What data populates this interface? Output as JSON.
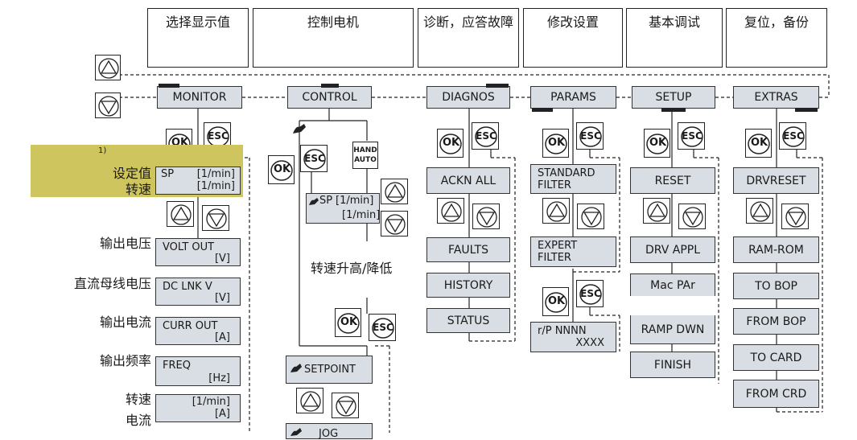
{
  "headers": [
    "选择显示值",
    "控制电机",
    "诊断，应答故障",
    "修改设置",
    "基本调试",
    "复位，备份"
  ],
  "menus": [
    "MONITOR",
    "CONTROL",
    "DIAGNOS",
    "PARAMS",
    "SETUP",
    "EXTRAS"
  ],
  "buttons": {
    "ok": "OK",
    "esc": "ESC",
    "hand": "HAND",
    "auto": "AUTO"
  },
  "footnote": "1)",
  "monitor": {
    "sp_label": "SP",
    "sp_unit1": "[1/min]",
    "sp_unit2": "[1/min]",
    "volt_label": "VOLT  OUT",
    "volt_unit": "[V]",
    "dclnk_label": "DC  LNK  V",
    "dclnk_unit": "[V]",
    "curr_label": "CURR  OUT",
    "curr_unit": "[A]",
    "freq_label": "FREQ",
    "freq_unit": "[Hz]",
    "last_unit1": "[1/min]",
    "last_unit2": "[A]"
  },
  "side_labels": {
    "setpoint": "设定值",
    "speed": "转速",
    "out_voltage": "输出电压",
    "dc_voltage": "直流母线电压",
    "out_current": "输出电流",
    "out_freq": "输出频率",
    "speed2": "转速",
    "current2": "电流"
  },
  "control": {
    "sp_label": "SP",
    "sp_unit1": "[1/min]",
    "sp_unit2": "[1/min]",
    "speed_note": "转速升高/降低",
    "setpoint": "SETPOINT",
    "jog": "JOG"
  },
  "diagnos": [
    "ACKN  ALL",
    "FAULTS",
    "HISTORY",
    "STATUS"
  ],
  "params": {
    "standard1": "STANDARD",
    "standard2": "FILTER",
    "expert1": "EXPERT",
    "expert2": "FILTER",
    "rp1": "r/P NNNN",
    "rp2": "XXXX"
  },
  "setup": [
    "RESET",
    "DRV APPL",
    "Mac PAr",
    "RAMP DWN",
    "FINISH"
  ],
  "extras": [
    "DRVRESET",
    "RAM-ROM",
    "TO BOP",
    "FROM BOP",
    "TO  CARD",
    "FROM  CRD"
  ],
  "colors": {
    "highlight": "#cfc55e",
    "menu_fill": "#d8dee4",
    "ink": "#222222"
  }
}
